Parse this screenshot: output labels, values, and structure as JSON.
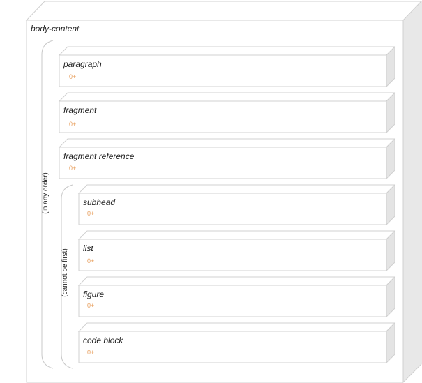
{
  "container": {
    "label": "body-content"
  },
  "groups": {
    "outer": {
      "label": "(in any order)"
    },
    "inner": {
      "label": "(cannot be first)"
    }
  },
  "items": [
    {
      "label": "paragraph",
      "cardinality": "0+"
    },
    {
      "label": "fragment",
      "cardinality": "0+"
    },
    {
      "label": "fragment reference",
      "cardinality": "0+"
    },
    {
      "label": "subhead",
      "cardinality": "0+"
    },
    {
      "label": "list",
      "cardinality": "0+"
    },
    {
      "label": "figure",
      "cardinality": "0+"
    },
    {
      "label": "code block",
      "cardinality": "0+"
    }
  ],
  "colors": {
    "stroke": "#d0d0d0",
    "side": "#e4e4e4",
    "cardinality": "#e8a060"
  }
}
